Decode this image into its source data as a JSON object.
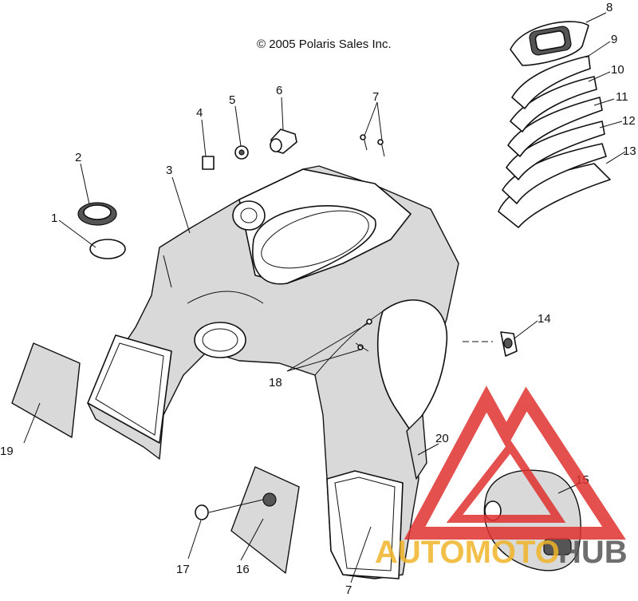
{
  "copyright": "© 2005 Polaris Sales Inc.",
  "callouts": [
    "1",
    "2",
    "3",
    "4",
    "5",
    "6",
    "7",
    "7",
    "8",
    "9",
    "10",
    "11",
    "12",
    "13",
    "14",
    "15",
    "16",
    "17",
    "18",
    "19",
    "20"
  ],
  "watermark": {
    "brand_left": "AUTOMOTO",
    "brand_right": "HUB",
    "color_red": "#e0322f",
    "color_gold": "#f0b429",
    "color_dark": "#555555"
  }
}
